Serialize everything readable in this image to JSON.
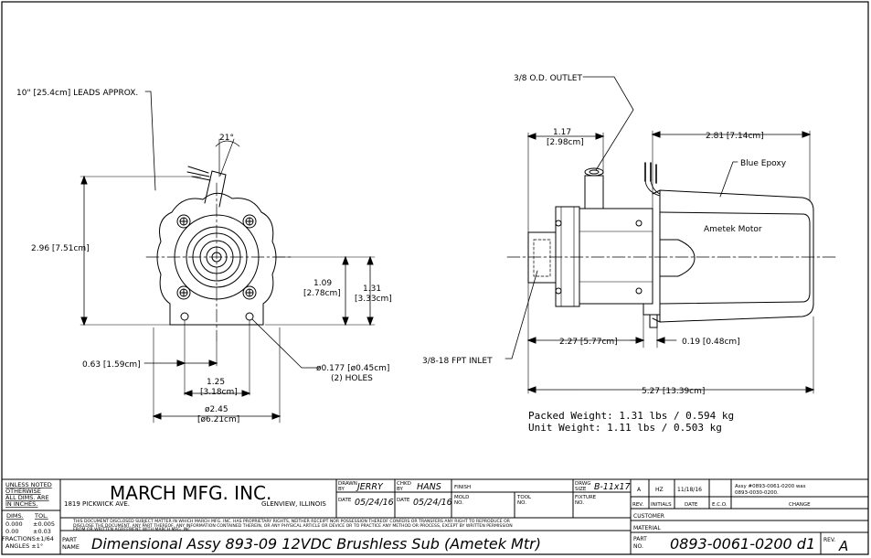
{
  "drawing": {
    "front_view": {
      "leads_note": "10\" [25.4cm] LEADS APPROX.",
      "angle": "21°",
      "height_dim": "2.96 [7.51cm]",
      "dim_109": "1.09",
      "dim_109_cm": "[2.78cm]",
      "dim_131": "1.31",
      "dim_131_cm": "[3.33cm]",
      "dim_063": "0.63 [1.59cm]",
      "dim_125": "1.25",
      "dim_125_cm": "[3.18cm]",
      "dim_245": "ø2.45",
      "dim_245_cm": "[ø6.21cm]",
      "holes_1": "ø0.177 [ø0.45cm]",
      "holes_2": "(2) HOLES"
    },
    "side_view": {
      "outlet": "3/8 O.D. OUTLET",
      "dim_117": "1.17",
      "dim_117_cm": "[2.98cm]",
      "dim_281": "2.81 [7.14cm]",
      "blue_epoxy": "Blue Epoxy",
      "ametek_motor": "Ametek Motor",
      "inlet": "3/8-18 FPT INLET",
      "dim_227": "2.27 [5.77cm]",
      "dim_019": "0.19 [0.48cm]",
      "dim_527": "5.27 [13.39cm]",
      "packed_weight": "Packed Weight: 1.31 lbs / 0.594 kg",
      "unit_weight": "Unit Weight: 1.11 lbs / 0.503 kg"
    }
  },
  "title_block": {
    "unless_1": "UNLESS NOTED",
    "unless_2": "OTHERWISE",
    "unless_3": "ALL DIMS. ARE",
    "unless_4": "IN INCHES.",
    "tol_dims": "DIMS.",
    "tol_tol": "TOL.",
    "tol_r1a": "0.000",
    "tol_r1b": "±0.005",
    "tol_r2a": "0.00",
    "tol_r2b": "±0.03",
    "tol_frac": "FRACTIONS±1/64",
    "tol_angles": "ANGLES ±1°",
    "company": "MARCH MFG. INC.",
    "address": "1819 PICKWICK AVE.",
    "city": "GLENVIEW, ILLINOIS",
    "disclaimer_1": "THIS DOCUMENT DISCLOSED SUBJECT MATTER IN WHICH MARCH MFG. INC. HAS PROPRIETARY RIGHTS, NEITHER RECEIPT NOR POSSESSION THEREOF CONFERS OR TRANSFERS ANY RIGHT TO REPRODUCE OR",
    "disclaimer_2": "DISCLOSE THE DOCUMENT, ANY PART THEREOF, ANY INFORMATION CONTAINED THEREIN, OR ANY PHYSICAL ARTICLE OR DEVICE OR TO PRACTICE ANY METHOD OR PROCESS, EXCEPT BY WRITTEN PERMISSION",
    "disclaimer_3": "FROM OR WRITTEN AGREEMENT WITH MARCH MFG. INC.",
    "drawn_label_1": "DRAWN",
    "drawn_label_2": "BY",
    "drawn_by": "JERRY",
    "chkd_label_1": "CHKD",
    "chkd_label_2": "BY",
    "chkd_by": "HANS",
    "finish_label": "FINISH",
    "dwg_label_1": "DRWG",
    "dwg_label_2": "SIZE",
    "dwg_size": "B-11x17",
    "date_label": "DATE",
    "date_drawn": "05/24/16",
    "date_chkd": "05/24/16",
    "mold_label_1": "MOLD",
    "mold_label_2": "NO.",
    "tool_label_1": "TOOL",
    "tool_label_2": "NO.",
    "fixture_label_1": "FIXTURE",
    "fixture_label_2": "NO.",
    "part_label_1": "PART",
    "part_label_2": "NAME",
    "part_name": "Dimensional Assy 893-09 12VDC Brushless Sub (Ametek Mtr)",
    "rev_a": "A",
    "rev_initials": "HZ",
    "rev_date": "11/18/16",
    "rev_change_1": "Assy #0893-0061-0200 was",
    "rev_change_2": "0893-0030-0200.",
    "h_rev": "REV.",
    "h_initials": "INITIALS",
    "h_date": "DATE",
    "h_eco": "E.C.O.",
    "h_change": "CHANGE",
    "customer_label": "CUSTOMER",
    "material_label": "MATERIAL",
    "partno_label_1": "PART",
    "partno_label_2": "NO.",
    "part_no": "0893-0061-0200 d1",
    "rev_label": "REV.",
    "rev_value": "A"
  }
}
